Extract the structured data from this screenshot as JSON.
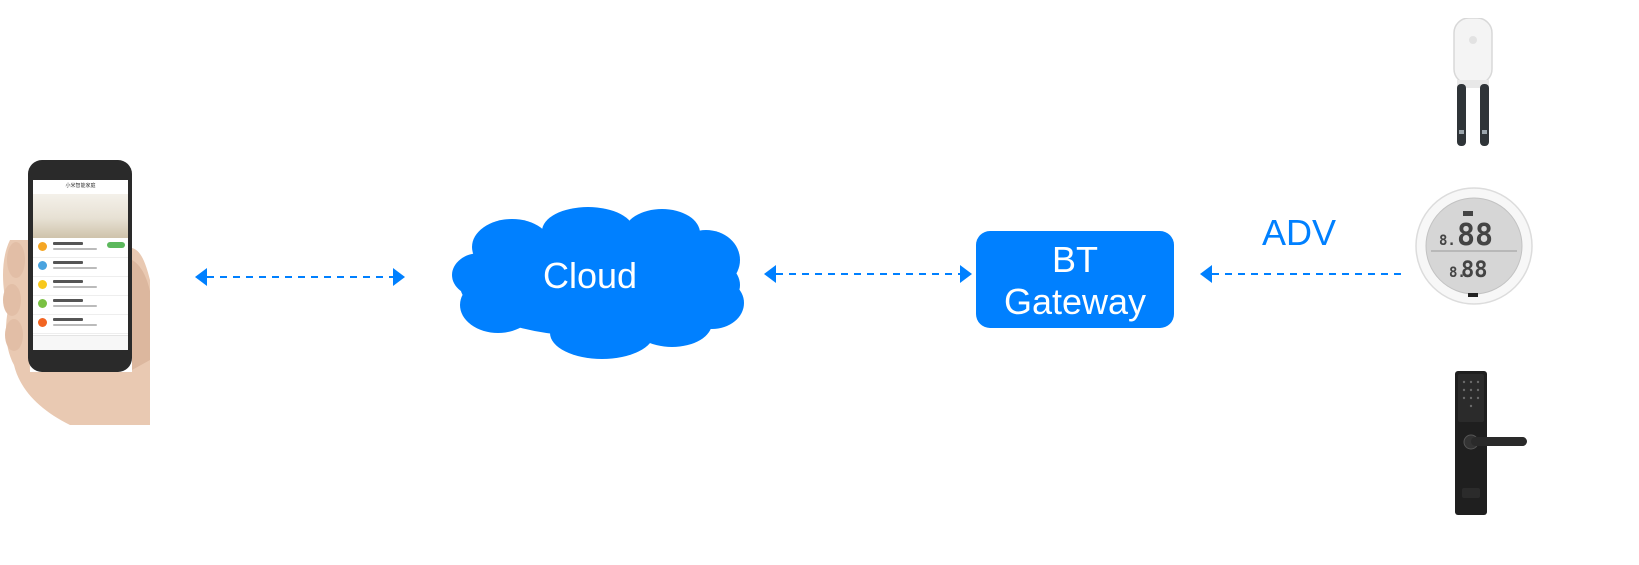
{
  "diagram": {
    "nodes": {
      "cloud": {
        "label": "Cloud"
      },
      "gateway": {
        "label_line1": "BT",
        "label_line2": "Gateway"
      },
      "adv": {
        "label": "ADV"
      }
    },
    "colors": {
      "accent": "#0080ff",
      "background": "#ffffff"
    },
    "devices": [
      "smartphone",
      "plant-sensor",
      "thermometer-hygrometer",
      "smart-door-lock"
    ],
    "edges": [
      {
        "from": "smartphone",
        "to": "cloud",
        "style": "dashed-bidirectional"
      },
      {
        "from": "cloud",
        "to": "gateway",
        "style": "dashed-bidirectional"
      },
      {
        "from": "devices",
        "to": "gateway",
        "style": "dashed-unidirectional",
        "label": "ADV"
      }
    ]
  },
  "phone_app": {
    "title": "小米智能家庭",
    "rows": [
      {
        "icon_color": "#f5a623"
      },
      {
        "icon_color": "#4aa3df"
      },
      {
        "icon_color": "#f8c81c"
      },
      {
        "icon_color": "#7ac143"
      },
      {
        "icon_color": "#f26522"
      }
    ],
    "badge_color": "#5cb85c"
  }
}
